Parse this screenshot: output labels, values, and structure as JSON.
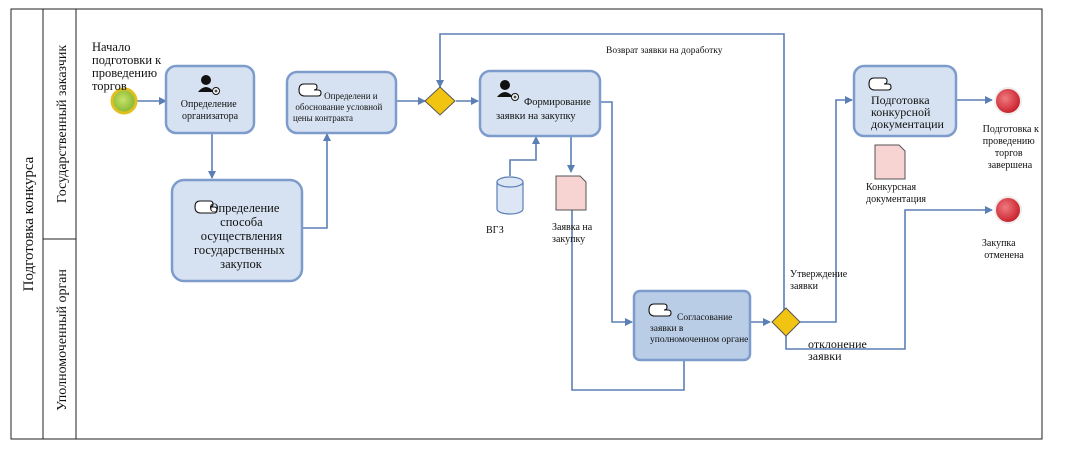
{
  "pool": {
    "title": "Подготовка конкурса"
  },
  "lanes": [
    {
      "id": "customer",
      "label": "Государственный заказчик"
    },
    {
      "id": "authority",
      "label": "Уполномоченный орган"
    }
  ],
  "start_event": {
    "label_lines": [
      "Начало",
      "подготовки к",
      "проведению",
      "торгов"
    ]
  },
  "tasks": {
    "organizer": {
      "lines": [
        "Определение",
        "организатора"
      ],
      "icon": "user-icon"
    },
    "method": {
      "lines": [
        "Определение",
        "способа",
        "осуществления",
        "государственных",
        "закупок"
      ],
      "icon": "hand-icon"
    },
    "price": {
      "lines": [
        "Определени и",
        "обоснование условной",
        "цены контракта"
      ],
      "icon": "hand-icon"
    },
    "form_request": {
      "lines": [
        "Формирование",
        "заявки на закупку"
      ],
      "icon": "user-icon"
    },
    "approval": {
      "lines": [
        "Согласование",
        "заявки в",
        "уполномоченном органе"
      ],
      "icon": "hand-icon"
    },
    "docs": {
      "lines": [
        "Подготовка",
        "конкурсной",
        "документации"
      ],
      "icon": "hand-icon"
    }
  },
  "data_store": {
    "label": "ВГЗ"
  },
  "data_objects": {
    "request": {
      "lines": [
        "Заявка на",
        "закупку"
      ]
    },
    "documentation": {
      "lines": [
        "Конкурсная",
        "документация"
      ]
    }
  },
  "flow_labels": {
    "return": "Возврат заявки на доработку",
    "approve": [
      "Утверждение",
      "заявки"
    ],
    "reject": [
      "отклонение",
      "заявки"
    ]
  },
  "end_events": {
    "completed": {
      "lines": [
        "Подготовка к",
        "проведению",
        "торгов",
        "завершена"
      ]
    },
    "cancelled": {
      "lines": [
        "Закупка",
        "отменена"
      ]
    }
  },
  "colors": {
    "task_fill": "#d6e2f1",
    "task_stroke": "#7d9ccb",
    "gateway": "#f2c412",
    "end_event": "#d8313b",
    "start_event": "#9ccc3c"
  }
}
